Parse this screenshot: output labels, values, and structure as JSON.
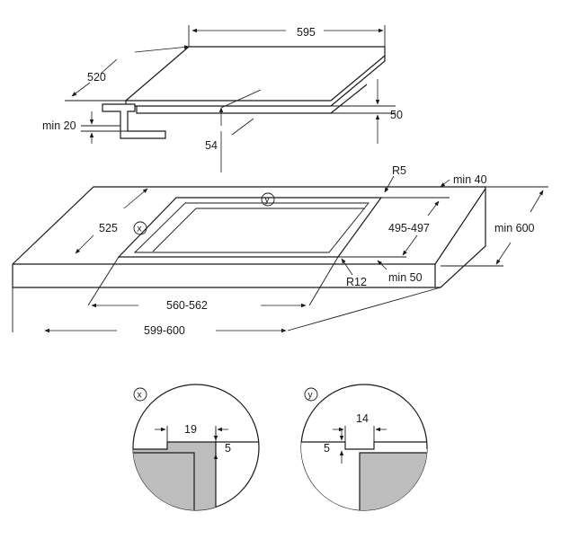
{
  "hob": {
    "width": "595",
    "depth": "520",
    "height": "50",
    "protrusion": "54",
    "min_below": "min 20"
  },
  "cutout": {
    "corner_radius_top": "R5",
    "min_back": "min 40",
    "cut_depth": "525",
    "cut_depth_range": "495-497",
    "min_depth": "min 600",
    "min_front": "min 50",
    "corner_radius_front": "R12",
    "cut_width": "560-562",
    "outer_width": "599-600",
    "marker_x": "x",
    "marker_y": "y"
  },
  "detail_x": {
    "marker": "x",
    "width": "19",
    "depth": "5"
  },
  "detail_y": {
    "marker": "y",
    "width": "14",
    "depth": "5"
  }
}
